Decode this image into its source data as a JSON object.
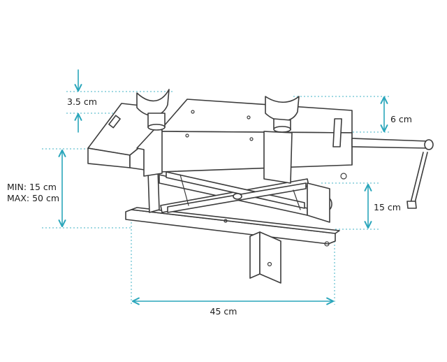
{
  "labels": {
    "pad_height": "3.5 cm",
    "top_length": "6 cm",
    "min_height": "MIN: 15 cm",
    "max_height": "MAX: 50 cm",
    "base_height": "15 cm",
    "base_width": "45 cm"
  },
  "colors": {
    "dimension": "#2aa6bb",
    "outline": "#3c3c3c"
  }
}
